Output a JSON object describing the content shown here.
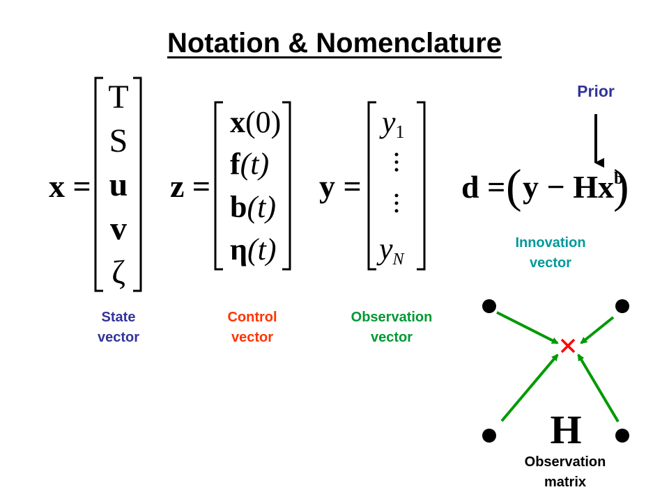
{
  "title": "Notation & Nomenclature",
  "state": {
    "lhs": "x =",
    "elements": [
      "T",
      "S",
      "u",
      "v",
      "ζ"
    ],
    "caption_line1": "State",
    "caption_line2": "vector",
    "color": "#333399"
  },
  "control": {
    "lhs": "z =",
    "elements": [
      {
        "sym": "x",
        "arg": "(0)"
      },
      {
        "sym": "f",
        "arg": "(t)"
      },
      {
        "sym": "b",
        "arg": "(t)"
      },
      {
        "sym": "η",
        "arg": "(t)"
      }
    ],
    "caption_line1": "Control",
    "caption_line2": "vector",
    "color": "#ff3300"
  },
  "observation": {
    "lhs": "y =",
    "first": {
      "sym": "y",
      "sub": "1"
    },
    "last": {
      "sym": "y",
      "sub": "N"
    },
    "caption_line1": "Observation",
    "caption_line2": "vector",
    "color": "#009933"
  },
  "innovation": {
    "lhs": "d =",
    "lparen": "(",
    "body": "y − Hx",
    "sup": "b",
    "rparen": ")",
    "prior_label": "Prior",
    "prior_color": "#333399",
    "caption_line1": "Innovation",
    "caption_line2": "vector",
    "color": "#009999"
  },
  "matrix": {
    "symbol": "H",
    "caption_line1": "Observation",
    "caption_line2": "matrix",
    "arrow_color": "#009900",
    "cross_color": "#ff0000"
  }
}
